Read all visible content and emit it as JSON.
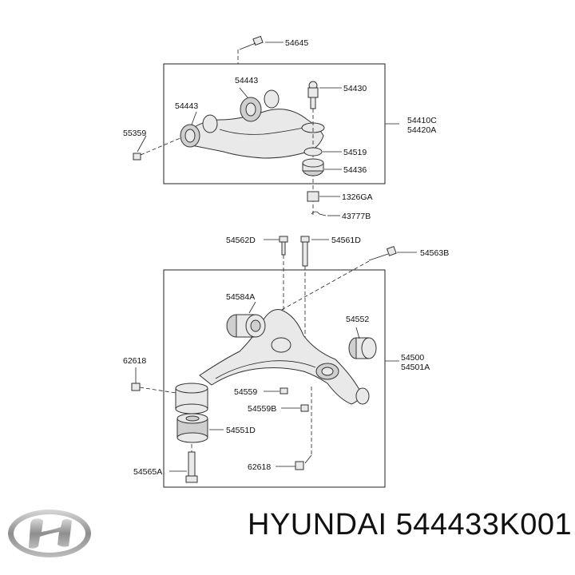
{
  "parts": {
    "p54645": "54645",
    "p54443a": "54443",
    "p54443b": "54443",
    "p54430": "54430",
    "p55359": "55359",
    "p54410C": "54410C",
    "p54420A": "54420A",
    "p54519": "54519",
    "p54436": "54436",
    "p1326GA": "1326GA",
    "p43777B": "43777B",
    "p54562D": "54562D",
    "p54561D": "54561D",
    "p54563B": "54563B",
    "p54584A": "54584A",
    "p54552": "54552",
    "p62618a": "62618",
    "p54500": "54500",
    "p54501A": "54501A",
    "p54559": "54559",
    "p54559B": "54559B",
    "p54551D": "54551D",
    "p54565A": "54565A",
    "p62618b": "62618"
  },
  "footer": {
    "brand_part": "HYUNDAI 544433K001"
  },
  "colors": {
    "line": "#222222",
    "part_fill": "#e9e9e9",
    "logo_silver": "#9a9a9a"
  },
  "icons": {
    "logo": "hyundai-logo"
  }
}
